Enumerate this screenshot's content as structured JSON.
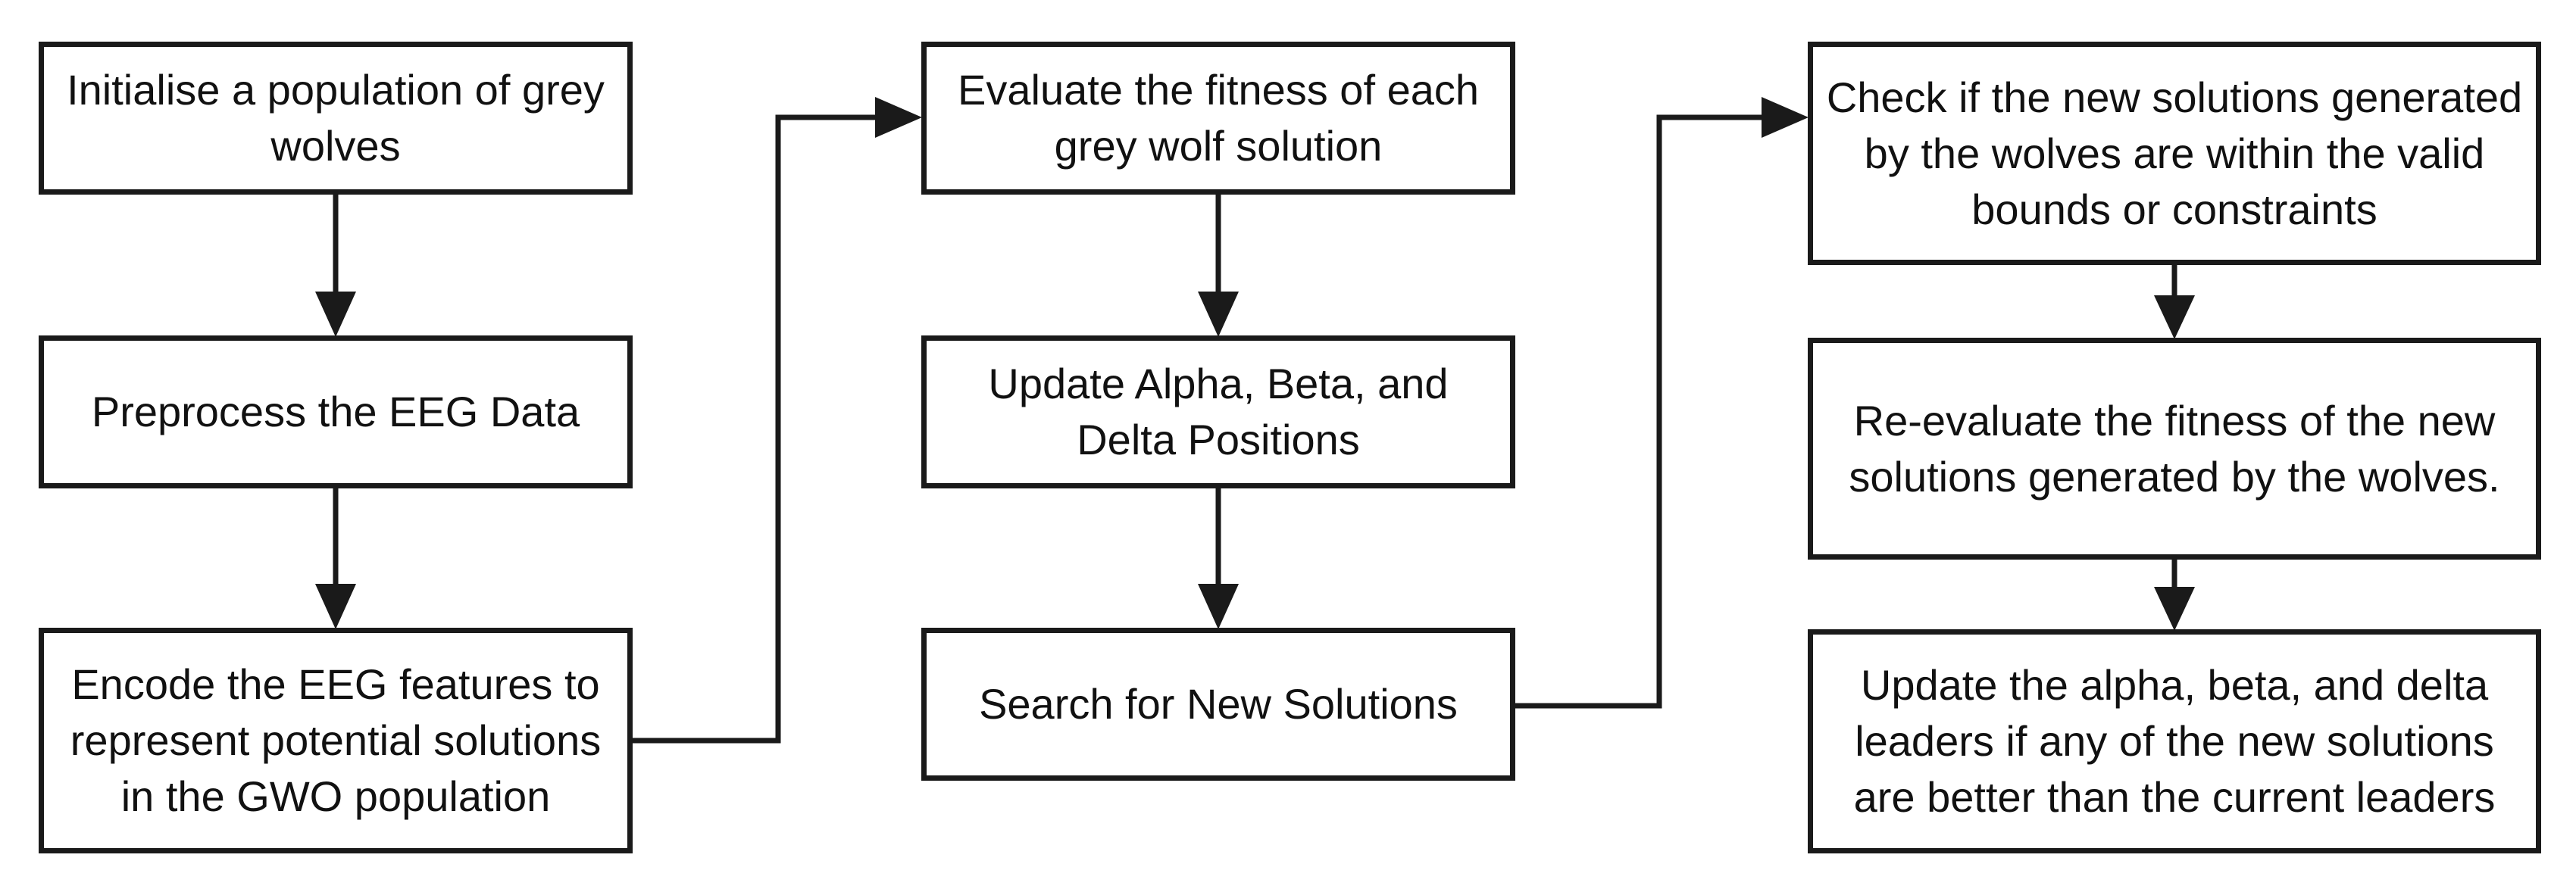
{
  "diagram": {
    "colors": {
      "stroke": "#1a1a1a",
      "text": "#111111",
      "background": "#ffffff"
    },
    "columns": [
      {
        "steps": [
          {
            "label": "Initialise a population of grey\nwolves"
          },
          {
            "label": "Preprocess the EEG Data"
          },
          {
            "label": "Encode the EEG features to\nrepresent potential solutions\nin the GWO population"
          }
        ]
      },
      {
        "steps": [
          {
            "label": "Evaluate the fitness of each\ngrey wolf solution"
          },
          {
            "label": "Update Alpha, Beta, and\nDelta Positions"
          },
          {
            "label": "Search for New Solutions"
          }
        ]
      },
      {
        "steps": [
          {
            "label": "Check if the new solutions generated\nby the wolves are within the valid\nbounds or constraints"
          },
          {
            "label": "Re-evaluate the fitness of the new\nsolutions generated by the wolves."
          },
          {
            "label": "Update the alpha, beta, and delta\nleaders if any of the new solutions\nare better than the current leaders"
          }
        ]
      }
    ]
  }
}
